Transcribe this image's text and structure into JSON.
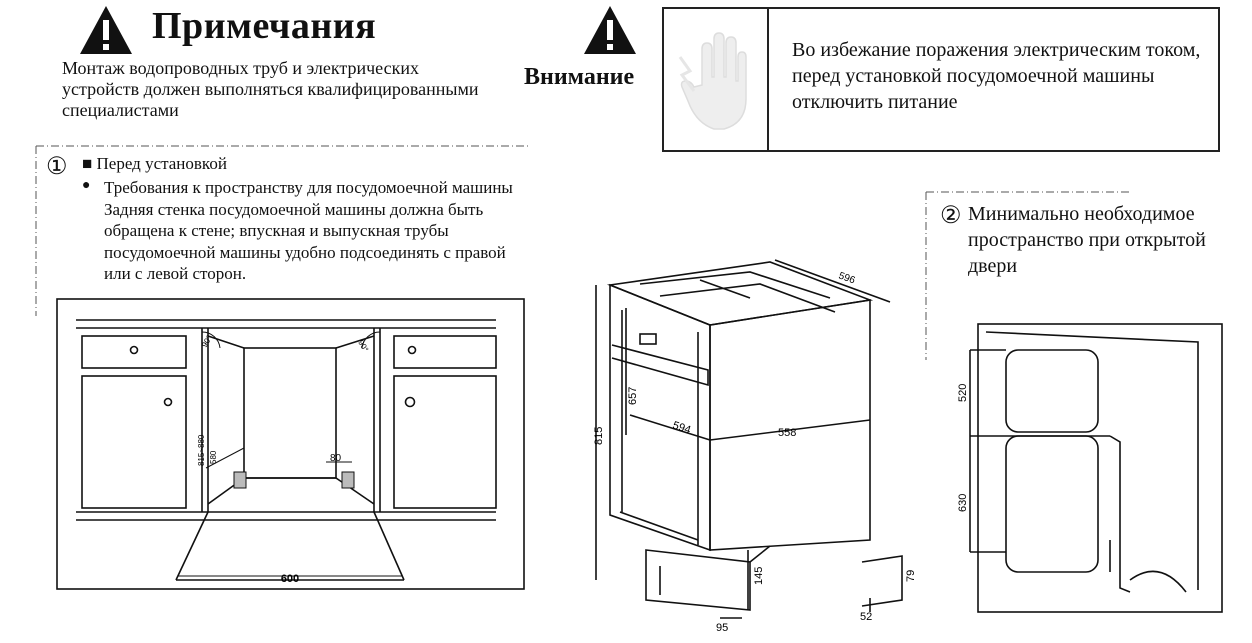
{
  "notes": {
    "title": "Примечания",
    "text": "Монтаж водопроводных труб и электрических устройств должен выполняться квалифицированными специалистами"
  },
  "attention": {
    "label": "Внимание",
    "text": "Во избежание поражения электрическим током, перед установкой посудомоечной машины отключить питание"
  },
  "step1": {
    "number": "①",
    "heading_marker": "■",
    "heading": "Перед установкой",
    "bullet": "●",
    "text": "Требования к пространству для посудомоечной машины Задняя стенка посудомоечной машины должна быть обращена к стене; впускная и выпускная трубы посудомоечной машины удобно подсоединять с правой или с левой сторон."
  },
  "step2": {
    "number": "②",
    "text": "Минимально необходимое пространство при открытой двери"
  },
  "diagram1": {
    "dim_width": "600",
    "dim_80": "80",
    "dim_height_range": "815~880",
    "dim_580": "580",
    "angle_left": "90°",
    "angle_right": "90°"
  },
  "diagram2": {
    "dim_596": "596",
    "dim_657": "657",
    "dim_594": "594",
    "dim_558": "558",
    "dim_815": "815",
    "dim_145": "145",
    "dim_79": "79",
    "dim_95": "95",
    "dim_52": "52"
  },
  "diagram3": {
    "dim_520": "520",
    "dim_630": "630"
  }
}
